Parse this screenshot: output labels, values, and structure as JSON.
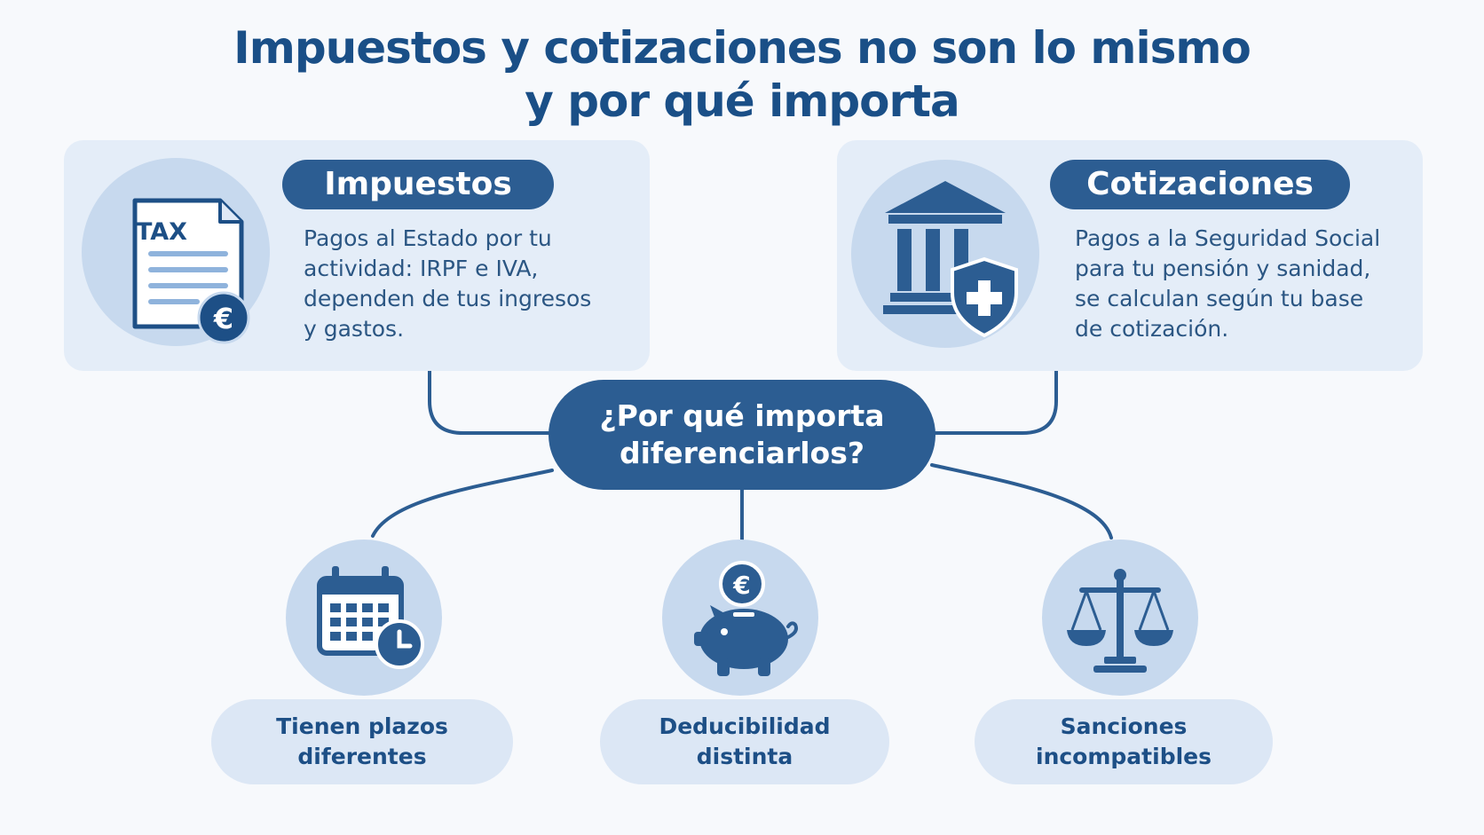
{
  "title": {
    "line1": "Impuestos y cotizaciones no son lo mismo",
    "line2": "y por qué importa"
  },
  "left_card": {
    "heading": "Impuestos",
    "icon": "tax-document-euro-icon",
    "icon_text": "TAX",
    "currency_symbol": "€",
    "description_lines": [
      "Pagos al Estado por tu",
      "actividad: IRPF e IVA,",
      "dependen de tus ingresos",
      "y gastos."
    ]
  },
  "right_card": {
    "heading": "Cotizaciones",
    "icon": "bank-shield-icon",
    "description_lines": [
      "Pagos a la Seguridad Social",
      "para tu pensión y sanidad,",
      "se calculan según tu base",
      "de cotización."
    ]
  },
  "center": {
    "line1": "¿Por qué importa",
    "line2": "diferenciarlos?"
  },
  "reasons": [
    {
      "icon": "calendar-clock-icon",
      "line1": "Tienen plazos",
      "line2": "diferentes"
    },
    {
      "icon": "piggy-bank-euro-icon",
      "line1": "Deducibilidad",
      "line2": "distinta",
      "currency_symbol": "€"
    },
    {
      "icon": "scales-icon",
      "line1": "Sanciones",
      "line2": "incompatibles"
    }
  ],
  "colors": {
    "primary": "#2c5d92",
    "title": "#1a4f87",
    "card_bg": "#e4edf8",
    "icon_circle": "#c7d9ee",
    "reason_label_bg": "#dce7f5",
    "background": "#f7f9fc"
  }
}
